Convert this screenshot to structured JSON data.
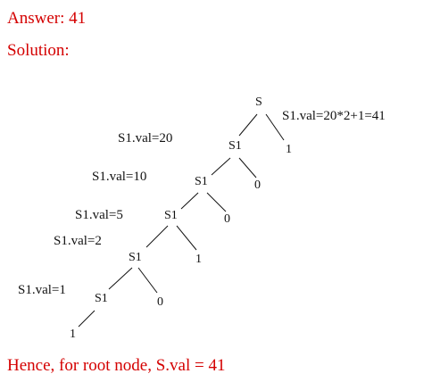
{
  "answer": "Answer: 41",
  "solution": "Solution:",
  "conclusion": "Hence, for root node, S.val = 41",
  "tree": {
    "root": "S",
    "nodes": [
      "S1",
      "S1",
      "S1",
      "S1",
      "S1"
    ],
    "leaves": [
      "1",
      "0",
      "0",
      "1",
      "0",
      "1"
    ]
  },
  "annotations": [
    "S1.val=20*2+1=41",
    "S1.val=20",
    "S1.val=10",
    "S1.val=5",
    "S1.val=2",
    "S1.val=1"
  ],
  "colors": {
    "accent": "#d40000",
    "text": "#111111"
  }
}
